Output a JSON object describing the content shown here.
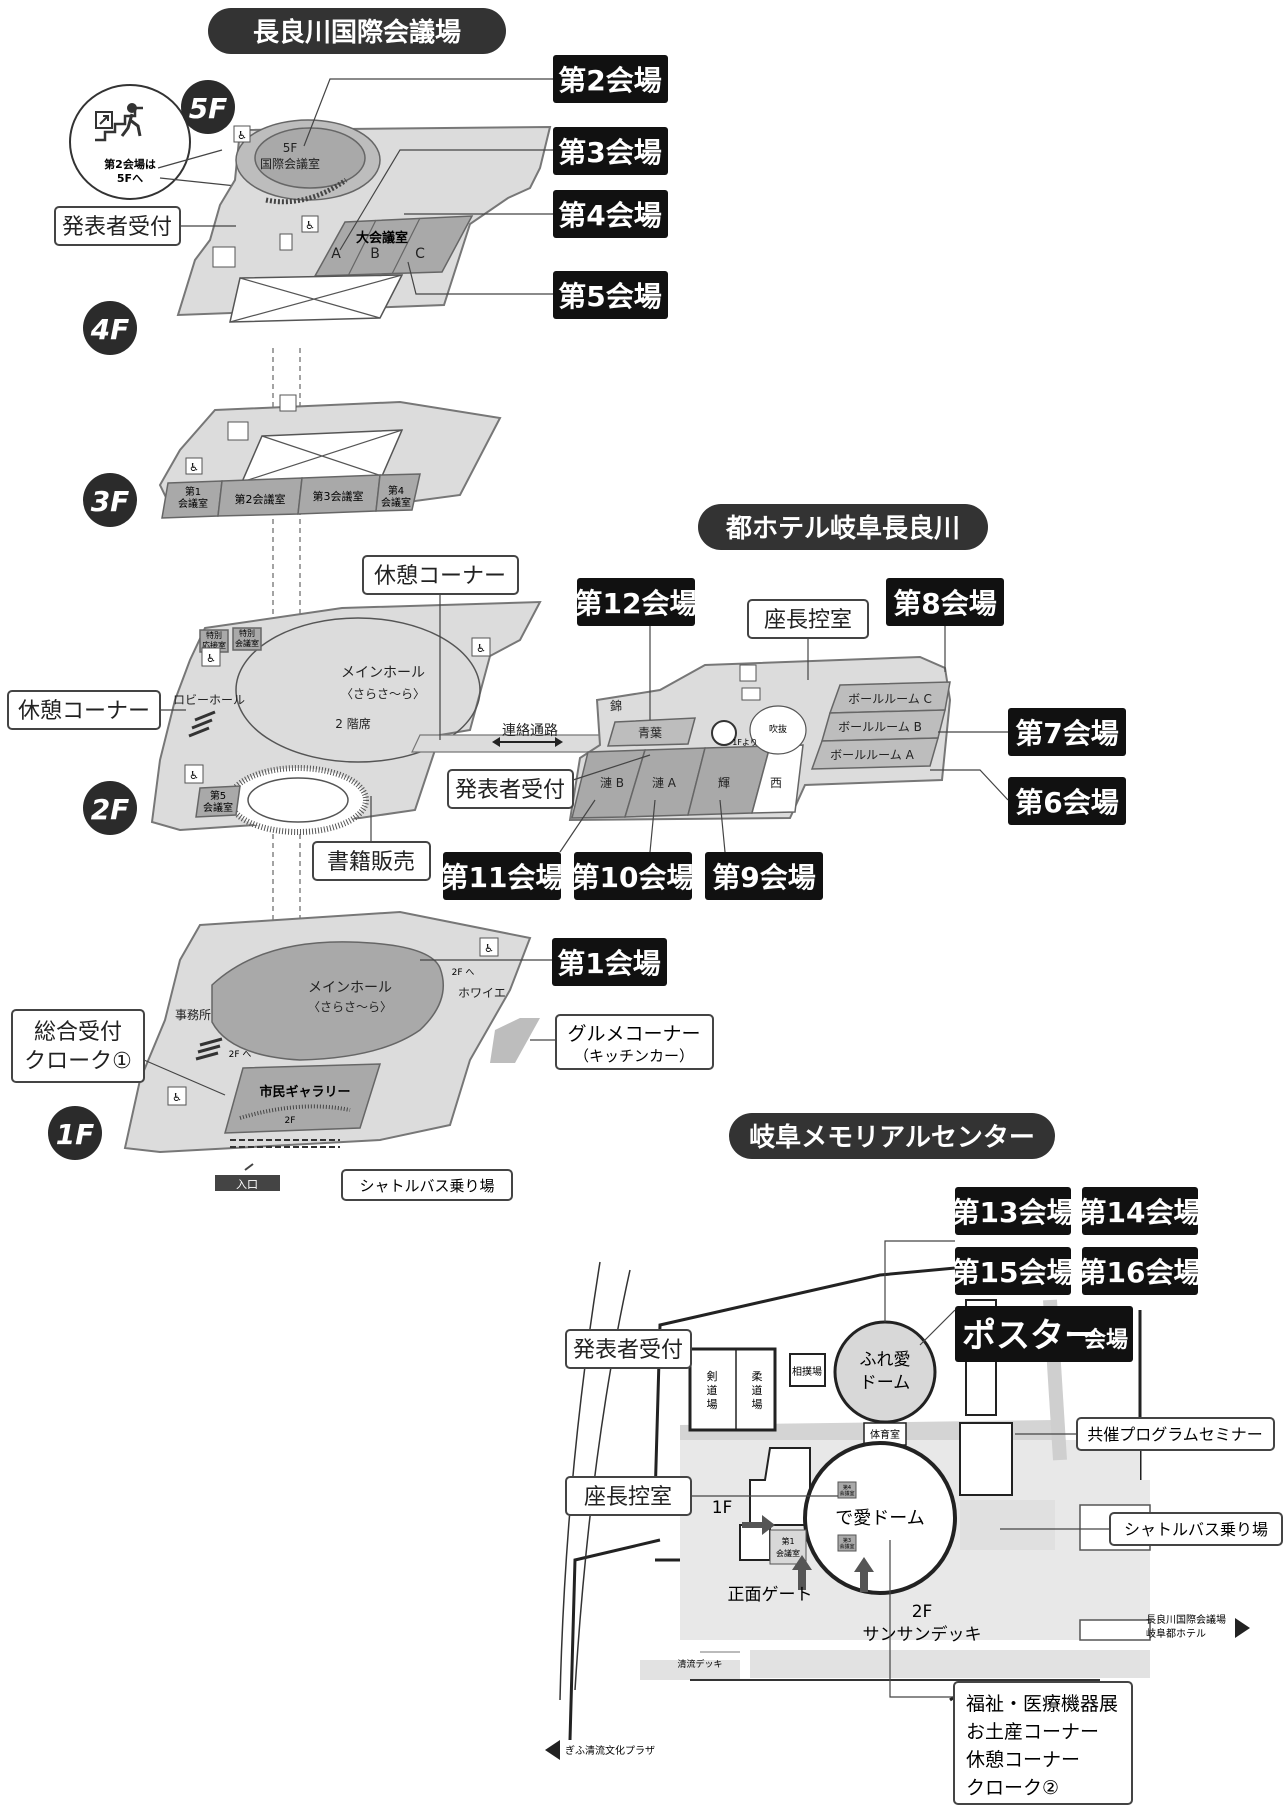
{
  "venues": {
    "nagaragawa": "長良川国際会議場",
    "miyako": "都ホテル岐阜長良川",
    "memorial": "岐阜メモリアルセンター"
  },
  "floors": {
    "f5": "5F",
    "f4": "4F",
    "f3": "3F",
    "f2": "2F",
    "f1": "1F"
  },
  "halls": {
    "h1": "第1会場",
    "h2": "第2会場",
    "h3": "第3会場",
    "h4": "第4会場",
    "h5": "第5会場",
    "h6": "第6会場",
    "h7": "第7会場",
    "h8": "第8会場",
    "h9": "第9会場",
    "h10": "第10会場",
    "h11": "第11会場",
    "h12": "第12会場",
    "h13": "第13会場",
    "h14": "第14会場",
    "h15": "第15会場",
    "h16": "第16会場",
    "poster_a": "ポスター",
    "poster_b": "会場"
  },
  "callouts": {
    "presenter_reception_4f": "発表者受付",
    "rest_corner_top": "休憩コーナー",
    "rest_corner_left": "休憩コーナー",
    "chair_room_hotel": "座長控室",
    "presenter_reception_2f": "発表者受付",
    "books": "書籍販売",
    "general_reception_1": "総合受付",
    "general_reception_2": "クローク①",
    "gourmet_1": "グルメコーナー",
    "gourmet_2": "（キッチンカー）",
    "shuttle_1f": "シャトルバス乗り場",
    "presenter_reception_mc": "発表者受付",
    "chair_room_mc": "座長控室",
    "cosponsor": "共催プログラムセミナー",
    "shuttle_mc": "シャトルバス乗り場",
    "exhibit_1": "福祉・医療機器展",
    "exhibit_2": "お土産コーナー",
    "exhibit_3": "休憩コーナー",
    "exhibit_4": "クローク②"
  },
  "stair_badge": {
    "line1": "第2会場は",
    "line2": "5Fへ"
  },
  "rooms": {
    "f5_room_1": "5F",
    "f5_room_2": "国際会議室",
    "f4_main": "大会議室",
    "f4_a": "A",
    "f4_b": "B",
    "f4_c": "C",
    "f3_r1a": "第1",
    "f3_r1b": "会議室",
    "f3_r2": "第2会議室",
    "f3_r3": "第3会議室",
    "f3_r4a": "第4",
    "f3_r4b": "会議室",
    "f2_main_1": "メインホール",
    "f2_main_2": "〈さらさ〜ら〉",
    "f2_main_3": "2 階席",
    "f2_lobby": "ロビーホール",
    "f2_special_1": "特別",
    "f2_special_2": "応接室",
    "f2_special_3": "特別",
    "f2_special_4": "会議室",
    "f2_r5a": "第5",
    "f2_r5b": "会議室",
    "f2_link": "連絡通路",
    "f1_main_1": "メインホール",
    "f1_main_2": "〈さらさ〜ら〉",
    "f1_office": "事務所",
    "f1_foyer": "ホワイエ",
    "f1_gallery": "市民ギャラリー",
    "f1_2f_a": "2F へ",
    "f1_2f_b": "2F へ",
    "f1_2f_c": "2F",
    "f1_entrance": "入口",
    "hotel_nishiki": "錦",
    "hotel_aoba": "青葉",
    "hotel_ren_b": "漣 B",
    "hotel_ren_a": "漣 A",
    "hotel_kagayaki": "輝",
    "hotel_nishi": "西",
    "hotel_ball_c": "ボールルーム C",
    "hotel_ball_b": "ボールルーム B",
    "hotel_ball_a": "ボールルーム A",
    "hotel_fukinuke": "吹抜",
    "hotel_1f": "1Fより",
    "mc_kendo_1": "剣",
    "mc_kendo_2": "道",
    "mc_kendo_3": "場",
    "mc_judo_1": "柔",
    "mc_judo_2": "道",
    "mc_judo_3": "場",
    "mc_sumo": "相撲場",
    "mc_fure_1": "ふれ愛",
    "mc_fure_2": "ドーム",
    "mc_gym": "体育室",
    "mc_dea": "で愛ドーム",
    "mc_1f": "1F",
    "mc_r1a": "第1",
    "mc_r1b": "会議室",
    "mc_r4a": "第4",
    "mc_r4b": "会議室",
    "mc_r3a": "第3",
    "mc_r3b": "会議室",
    "mc_gate": "正面ゲート",
    "mc_2f": "2F",
    "mc_deck": "サンサンデッキ",
    "mc_seiryu_deck": "清流デッキ",
    "mc_dir_1": "長良川国際会議場",
    "mc_dir_2": "岐阜都ホテル",
    "mc_plaza": "ぎふ清流文化プラザ"
  }
}
